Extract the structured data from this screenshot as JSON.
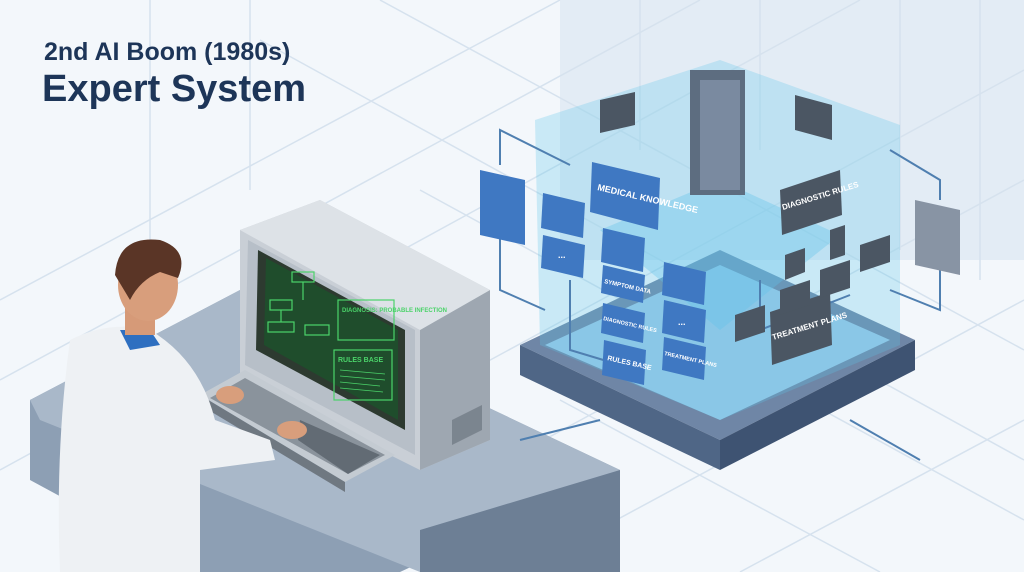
{
  "header": {
    "subtitle": "2nd AI Boom (1980s)",
    "title": "Expert System"
  },
  "screen": {
    "diagnosis_title": "DIAGNOSIS: PROBABLE INFECTION",
    "rules_title": "RULES BASE"
  },
  "knowledge_base": {
    "medical_knowledge": "MEDICAL KNOWLEDGE",
    "symptom_data": "SYMPTOM DATA",
    "diagnostic_rules_small": "DIAGNOSTIC RULES",
    "rules_base": "RULES BASE",
    "treatment_plans_small": "TREATMENT PLANS",
    "ellipsis": "...",
    "diagnostic_rules": "DIAGNOSTIC RULES",
    "treatment_plans": "TREATMENT PLANS"
  },
  "colors": {
    "title": "#1d3558",
    "screen_green": "#4bd36a",
    "cube_blue": "#5fc4ea",
    "node_blue": "#3f78c2",
    "node_gray": "#4b5663"
  }
}
